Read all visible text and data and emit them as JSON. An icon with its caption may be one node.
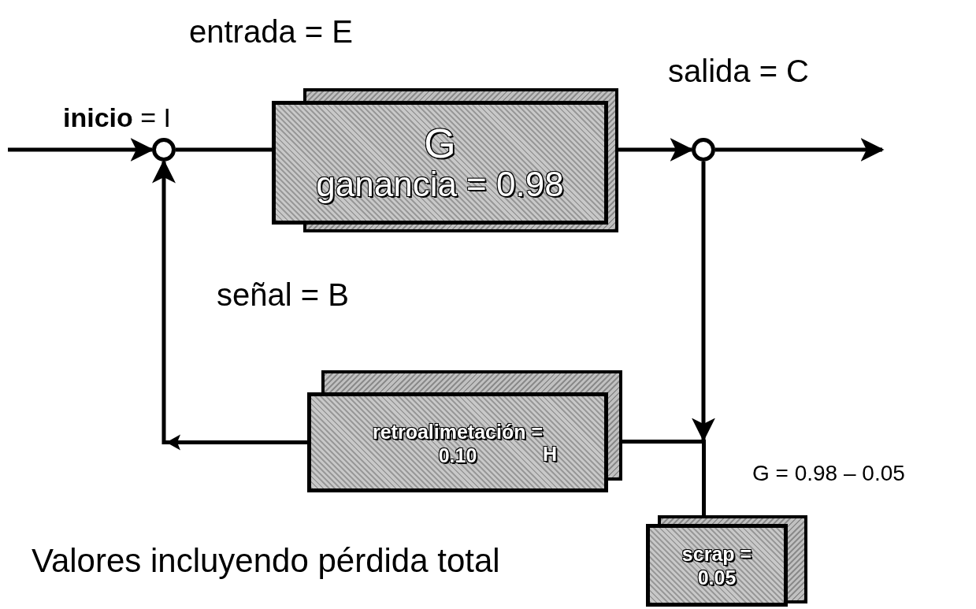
{
  "diagram": {
    "nodes": [
      {
        "text": [],
        "shape": "circle"
      },
      {
        "text": [
          "G",
          "ganancia = 0.98"
        ]
      },
      {
        "text": [],
        "shape": "circle"
      },
      {
        "text": [
          "retroalimetación = 0.10",
          "H"
        ]
      },
      {
        "text": [
          "scrap = 0.05"
        ]
      },
      {
        "text": [],
        "shape": "point"
      }
    ],
    "edges": [
      {
        "from": null,
        "to": 0,
        "arrow": "to"
      },
      {
        "from": 0,
        "to": 1,
        "arrow": "none"
      },
      {
        "from": 1,
        "to": 2,
        "arrow": "to"
      },
      {
        "from": 2,
        "to": null,
        "arrow": "to"
      },
      {
        "from": 2,
        "to": 5,
        "arrow": "to"
      },
      {
        "from": 5,
        "to": 3,
        "arrow": "none"
      },
      {
        "from": 5,
        "to": 4,
        "arrow": "none"
      },
      {
        "from": 3,
        "to": 0,
        "arrow": "to"
      }
    ],
    "labels": [
      "entrada = E",
      "**inicio** = I",
      "salida = C",
      "señal = B",
      "G = 0.98 – 0.05",
      "Valores incluyendo pérdida total"
    ]
  }
}
